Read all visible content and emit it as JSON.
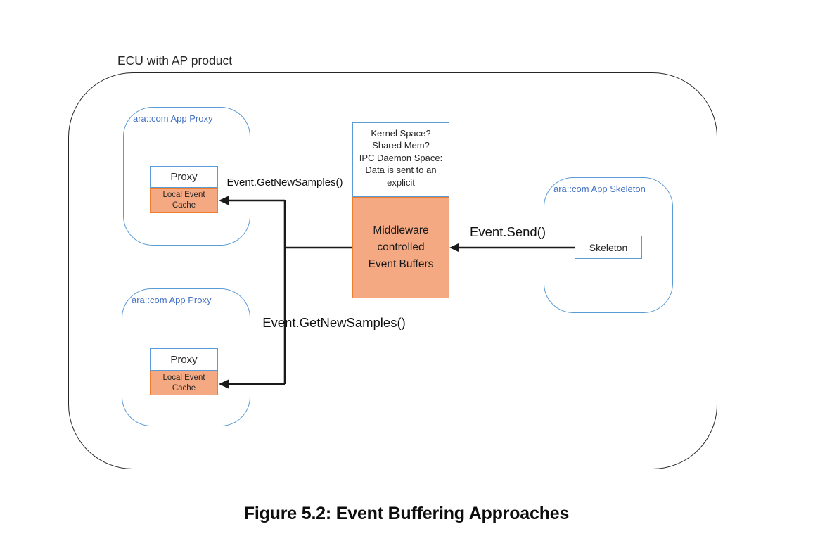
{
  "figure": {
    "title": "ECU with AP product",
    "caption": "Figure 5.2: Event Buffering Approaches",
    "proxy_app_top": {
      "label": "ara::com App Proxy",
      "proxy": "Proxy",
      "cache": "Local Event\nCache"
    },
    "proxy_app_bottom": {
      "label": "ara::com App Proxy",
      "proxy": "Proxy",
      "cache": "Local Event\nCache"
    },
    "middleware": {
      "kernel_notes": "Kernel Space?\nShared Mem?\nIPC Daemon Space:\nData is sent to an\nexplicit",
      "buffers": "Middleware\ncontrolled\nEvent Buffers"
    },
    "skeleton_app": {
      "label": "ara::com App Skeleton",
      "skeleton": "Skeleton"
    },
    "labels": {
      "get_new_samples_top": "Event.GetNewSamples()",
      "get_new_samples_bottom": "Event.GetNewSamples()",
      "event_send": "Event.Send()"
    },
    "colors": {
      "blue_border": "#5B9BD5",
      "blue_text": "#4472C4",
      "orange_fill": "#F5A982",
      "orange_border": "#ED7D31",
      "line": "#1a1a1a",
      "outline": "#262626"
    }
  }
}
